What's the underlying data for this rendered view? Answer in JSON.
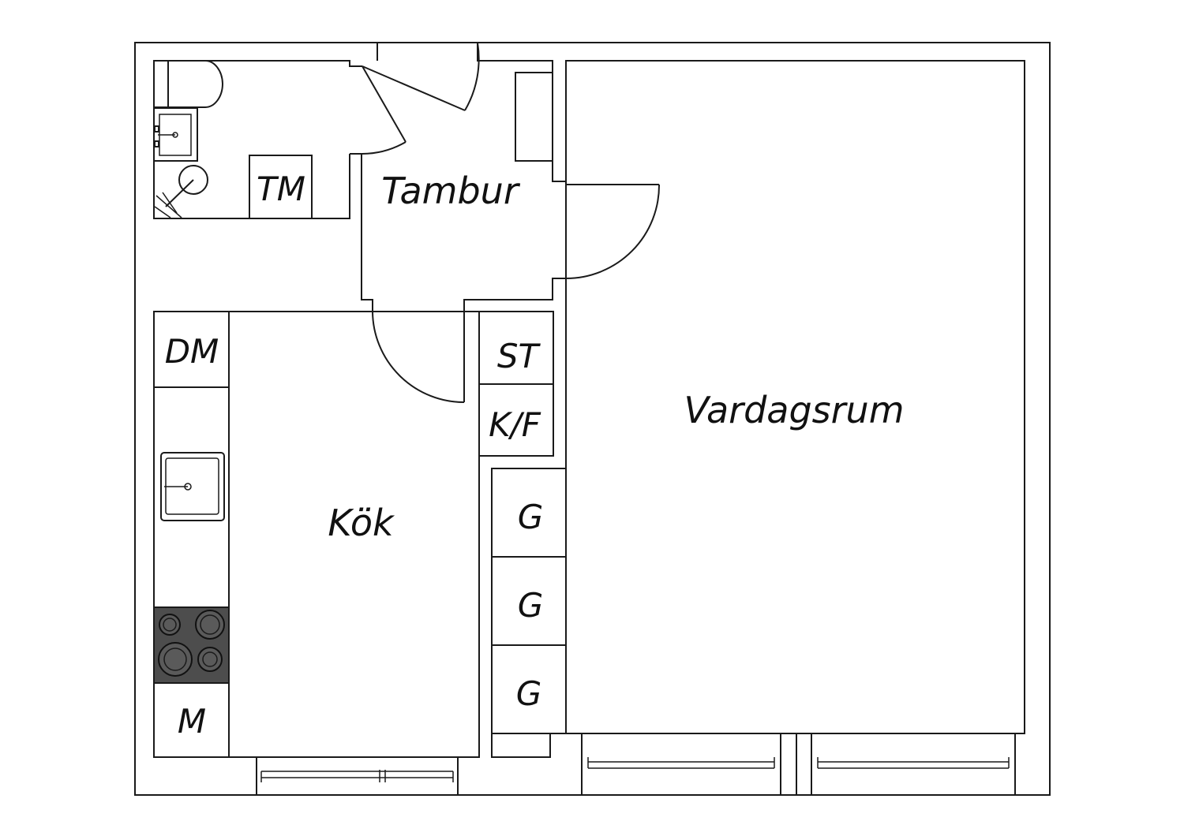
{
  "plan": {
    "rooms": {
      "vardagsrum": "Vardagsrum",
      "kok": "Kök",
      "tambur": "Tambur"
    },
    "fixtures": {
      "tm": "TM",
      "dm": "DM",
      "m": "M",
      "st": "ST",
      "kf": "K/F",
      "g1": "G",
      "g2": "G",
      "g3": "G"
    },
    "colors": {
      "wall": "#1a1a1a",
      "background": "#ffffff",
      "stove": "#4d4d4d"
    }
  }
}
